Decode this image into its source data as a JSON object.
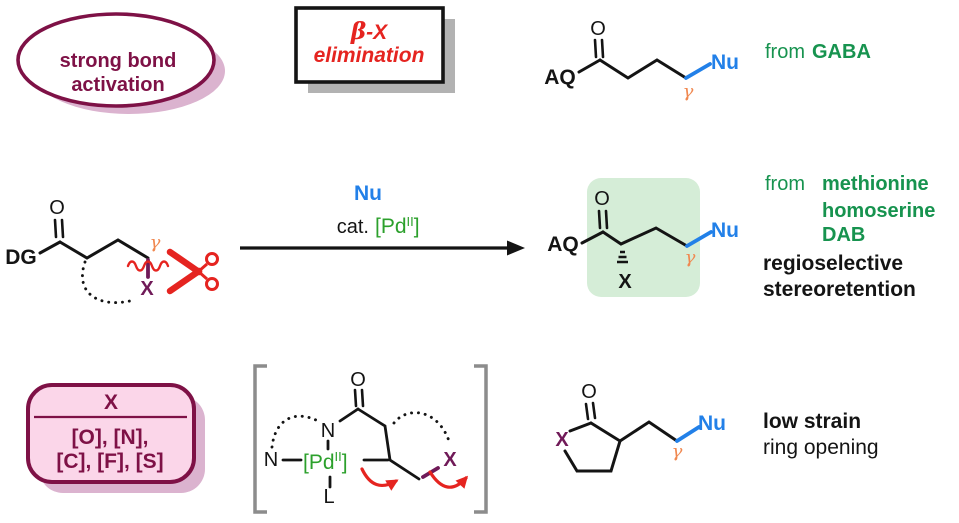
{
  "colors": {
    "maroon": "#7e1146",
    "pink_fill": "#fbd6e9",
    "pink_shadow": "#dbb3cf",
    "gray_shadow": "#b2b2b2",
    "red": "#e52420",
    "green_text": "#17934f",
    "pd_green": "#2ca02c",
    "blue": "#2280e8",
    "orange": "#f08850",
    "purple": "#701a58",
    "bracket_gray": "#8c8c8c",
    "green_highlight": "#d5edd7"
  },
  "bubble": {
    "line1": "strong bond",
    "line2": "activation"
  },
  "elim_box": {
    "beta": "β",
    "beta_suffix": "-X",
    "line2": "elimination"
  },
  "gaba": {
    "aq": "AQ",
    "o": "O",
    "nu": "Nu",
    "gamma": "γ",
    "from": "from",
    "source": "GABA"
  },
  "substrate": {
    "dg": "DG",
    "o": "O",
    "gamma": "γ",
    "x": "X"
  },
  "arrow": {
    "nu": "Nu",
    "cat": "cat.",
    "pd": "[Pd",
    "pd_sup": "II",
    "pd_close": "]"
  },
  "product": {
    "aq": "AQ",
    "o": "O",
    "x": "X",
    "gamma": "γ",
    "nu": "Nu"
  },
  "product_notes": {
    "from": "from",
    "sources": [
      "methionine",
      "homoserine",
      "DAB"
    ],
    "note1": "regioselective",
    "note2": "stereoretention"
  },
  "x_box": {
    "header": "X",
    "row1": "[O], [N],",
    "row2": "[C], [F], [S]"
  },
  "intermediate": {
    "o": "O",
    "n_top": "N",
    "n_left": "N",
    "pd": "[Pd",
    "pd_sup": "II",
    "pd_close": "]",
    "ligand": "L",
    "x": "X"
  },
  "lactone": {
    "x": "X",
    "o": "O",
    "gamma": "γ",
    "nu": "Nu"
  },
  "lactone_notes": {
    "note1": "low strain",
    "note2": "ring opening"
  }
}
